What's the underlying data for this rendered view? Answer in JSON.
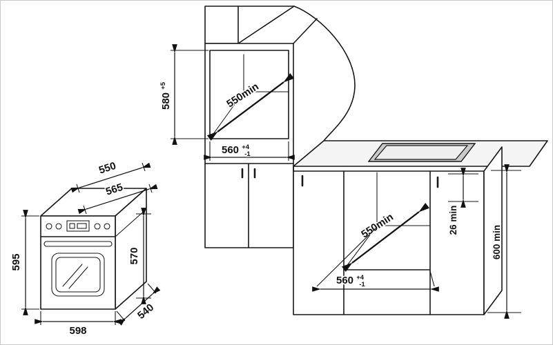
{
  "oven": {
    "height": "595",
    "width": "598",
    "depth_bottom": "540",
    "depth_top": "550",
    "depth_overall": "565",
    "rear_height": "570"
  },
  "column_unit": {
    "niche_height": "580",
    "niche_height_tol": "+5",
    "niche_depth": "550min",
    "niche_width": "560",
    "niche_width_tol_plus": "+4",
    "niche_width_tol_minus": "-1"
  },
  "base_unit": {
    "niche_depth": "550min",
    "niche_width": "560",
    "niche_width_tol_plus": "+4",
    "niche_width_tol_minus": "-1",
    "worktop_gap": "26 min",
    "niche_height": "600 min"
  }
}
